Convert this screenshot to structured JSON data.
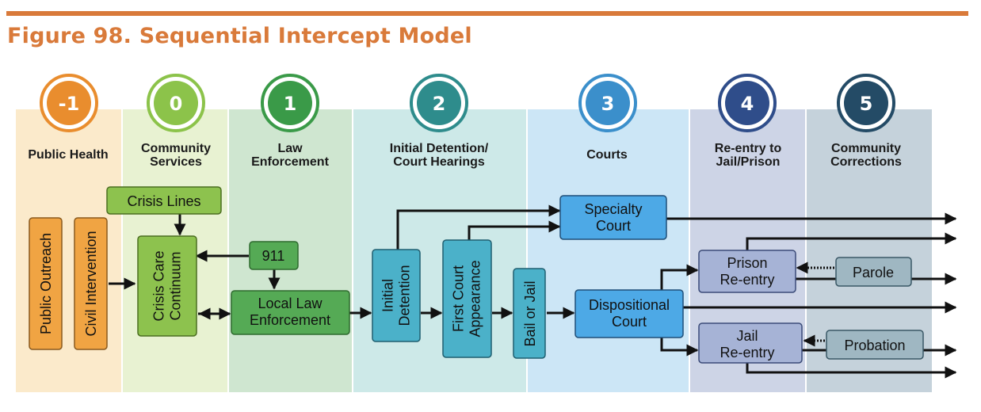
{
  "figure_title": "Figure 98. Sequential Intercept Model",
  "intercepts": [
    {
      "number": "-1",
      "name": "Public Health",
      "color": "#e98d2e"
    },
    {
      "number": "0",
      "name": "Community\nServices",
      "color": "#8cc34a"
    },
    {
      "number": "1",
      "name": "Law\nEnforcement",
      "color": "#3a9a48"
    },
    {
      "number": "2",
      "name": "Initial Detention/\nCourt Hearings",
      "color": "#2e8c8c"
    },
    {
      "number": "3",
      "name": "Courts",
      "color": "#3b8fcb"
    },
    {
      "number": "4",
      "name": "Re-entry to\nJail/Prison",
      "color": "#2f4d8a"
    },
    {
      "number": "5",
      "name": "Community\nCorrections",
      "color": "#244b66"
    }
  ],
  "boxes": {
    "public_outreach": "Public Outreach",
    "civil_intervention": "Civil Intervention",
    "crisis_lines": "Crisis Lines",
    "crisis_care": "Crisis Care\nContinuum",
    "nine_one_one": "911",
    "local_law": "Local Law\nEnforcement",
    "initial_detention": "Initial\nDetention",
    "first_court": "First Court\nAppearance",
    "bail_or_jail": "Bail or Jail",
    "specialty_court": "Specialty\nCourt",
    "dispositional_court": "Dispositional\nCourt",
    "prison_reentry": "Prison\nRe-entry",
    "jail_reentry": "Jail\nRe-entry",
    "parole": "Parole",
    "probation": "Probation"
  }
}
